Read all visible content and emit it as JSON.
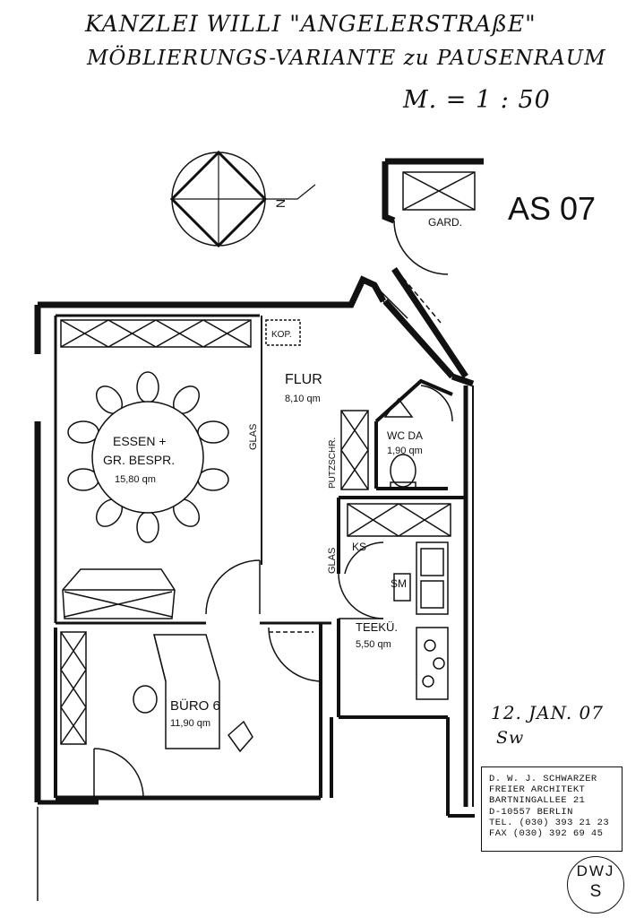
{
  "header": {
    "title_line_1": "KANZLEI WILLI \"ANGELERSTRAßE\"",
    "title_line_2": "MÖBLIERUNGS-VARIANTE zu PAUSENRAUM",
    "scale": "M. = 1 : 50"
  },
  "sheet": {
    "code": "AS 07"
  },
  "compass": {
    "north_label": "N"
  },
  "rooms": {
    "gard": "GARD.",
    "kop": "KOP.",
    "flur_name": "FLUR",
    "flur_area": "8,10 qm",
    "glas_1": "GLAS",
    "glas_2": "GLAS",
    "putzschr": "PUTZSCHR.",
    "wc_name": "WC DA",
    "wc_area": "1,90 qm",
    "essen_name": "ESSEN +",
    "essen_sub": "GR. BESPR.",
    "essen_area": "15,80 qm",
    "ks": "KS",
    "sm": "SM",
    "teekue_name": "TEEKÜ.",
    "teekue_area": "5,50 qm",
    "buero_name": "BÜRO 6",
    "buero_area": "11,90 qm"
  },
  "annotation": {
    "date": "12. JAN. 07",
    "initials": "Sw"
  },
  "stamp": {
    "line1": "D. W. J. SCHWARZER",
    "line2": "FREIER ARCHITEKT",
    "line3": "BARTNINGALLEE 21",
    "line4": "D-10557 BERLIN",
    "line5": "TEL. (030) 393 21 23",
    "line6": "FAX  (030) 392 69 45"
  },
  "seal": {
    "line1": "DWJ",
    "line2": "S"
  }
}
